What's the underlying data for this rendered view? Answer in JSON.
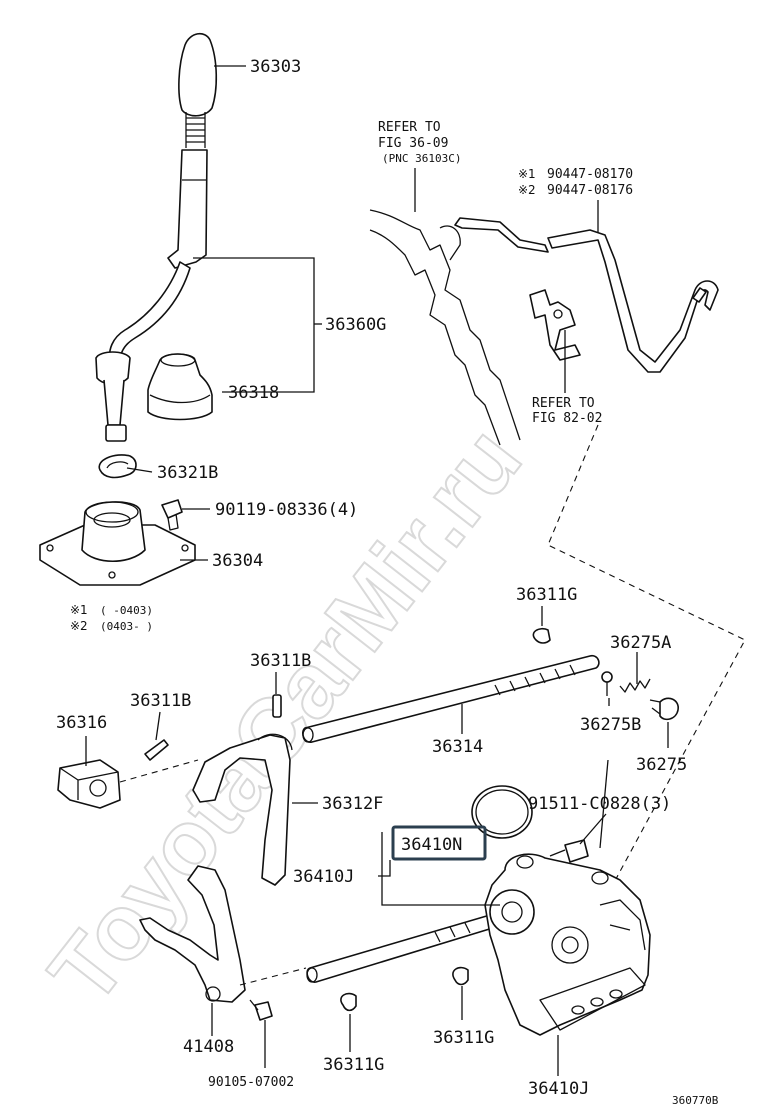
{
  "watermark": "ToyotaCarMir.ru",
  "refer_upper": {
    "line1": "REFER TO",
    "line2": "FIG 36-09",
    "line3": "(PNC 36103C)"
  },
  "refer_lower": {
    "line1": "REFER TO",
    "line2": "FIG 82-02"
  },
  "cable_notes": [
    {
      "mark": "※1",
      "part": "90447-08170"
    },
    {
      "mark": "※2",
      "part": "90447-08176"
    }
  ],
  "legend": [
    {
      "mark": "※1",
      "range": "(     -0403)"
    },
    {
      "mark": "※2",
      "range": "(0403-     )"
    }
  ],
  "parts": {
    "knob": "36303",
    "lever": "36360G",
    "boot": "36318",
    "snap_ring": "36321B",
    "bolt_retainer": "90119-08336(4)",
    "retainer": "36304",
    "e_ring_top": "36311G",
    "detent_pin": "36275A",
    "detent_spring": "36275B",
    "detent_plug": "36275",
    "pin_left": "36311B",
    "pin_mid": "36311B",
    "head": "36316",
    "shaft": "36314",
    "fork": "36312F",
    "bolt_cover": "91511-C0828(3)",
    "assy_highlight": "36410N",
    "assy_left": "36410J",
    "e_ring_right": "36311G",
    "fork_lower": "41408",
    "e_ring_bottom": "36311G",
    "bolt_lower": "90105-07002",
    "assy_bottom": "36410J"
  },
  "figure_id": "360770B"
}
